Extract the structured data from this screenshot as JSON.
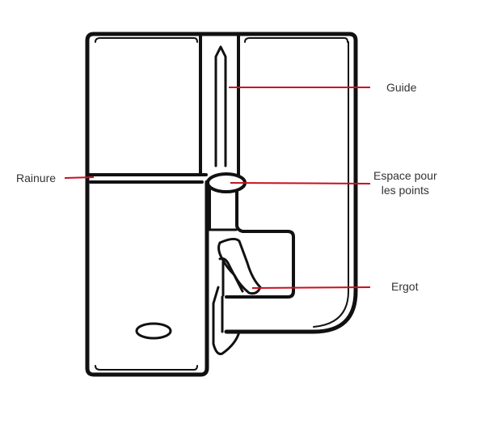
{
  "labels": {
    "guide": "Guide",
    "rainure": "Rainure",
    "espace_line1": "Espace pour",
    "espace_line2": "les points",
    "ergot": "Ergot"
  },
  "colors": {
    "leader": "#c8101e",
    "outline": "#111111"
  }
}
